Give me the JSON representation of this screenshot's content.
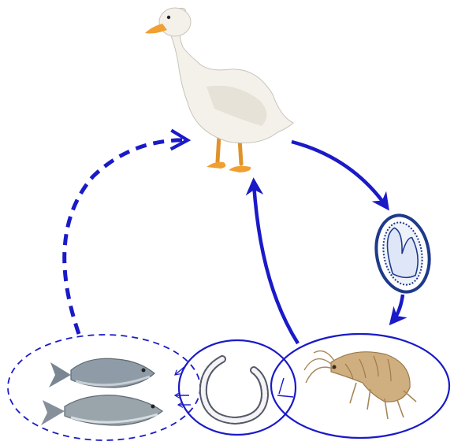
{
  "diagram": {
    "type": "parasite-life-cycle",
    "colors": {
      "arrow": "#1a1ac8",
      "background": "#ffffff",
      "duck_body": "#f4f1ea",
      "duck_bill": "#f0a030",
      "egg_shell": "#1e3a8a",
      "crustacean": "#c9a878",
      "fish_grey": "#8a96a0",
      "larva": "#6b6b7a"
    },
    "nodes": [
      {
        "id": "definitive-host",
        "icon": "duck-icon"
      },
      {
        "id": "egg",
        "icon": "egg-icon"
      },
      {
        "id": "intermediate-host",
        "icon": "amphipod-icon",
        "enclosure": "solid"
      },
      {
        "id": "larva",
        "icon": "larva-icon",
        "enclosure": "solid"
      },
      {
        "id": "paratenic-hosts",
        "icon": "fish-icon",
        "count": 2,
        "enclosure": "dashed"
      }
    ],
    "edges": [
      {
        "from": "definitive-host",
        "to": "egg",
        "style": "solid"
      },
      {
        "from": "egg",
        "to": "intermediate-host",
        "style": "solid"
      },
      {
        "from": "intermediate-host",
        "to": "definitive-host",
        "style": "solid"
      },
      {
        "from": "larva",
        "to": "paratenic-hosts",
        "style": "solid"
      },
      {
        "from": "paratenic-hosts",
        "to": "definitive-host",
        "style": "dashed"
      }
    ]
  }
}
